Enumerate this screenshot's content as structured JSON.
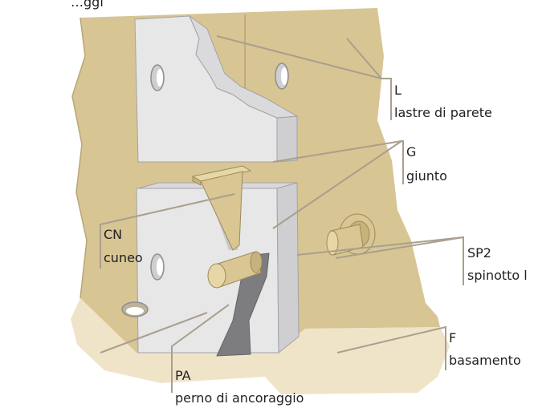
{
  "labels": {
    "top_cut": "…ggi",
    "L_code": "L",
    "L_text": "lastre di parete",
    "G_code": "G",
    "G_text": "giunto",
    "CN_code": "CN",
    "CN_text": "cuneo",
    "SP2_code": "SP2",
    "SP2_text": "spinotto l",
    "F_code": "F",
    "F_text": "basamento",
    "PA_code": "PA",
    "PA_text": "perno di ancoraggio"
  },
  "colors": {
    "wall": "#d8c594",
    "floor": "#efe4c8",
    "panel": "#e7e7e8",
    "panel_side": "#cfcfd1",
    "metal": "#7d7d7f",
    "wood": "#d9c693",
    "leader": "#a99f8e"
  }
}
